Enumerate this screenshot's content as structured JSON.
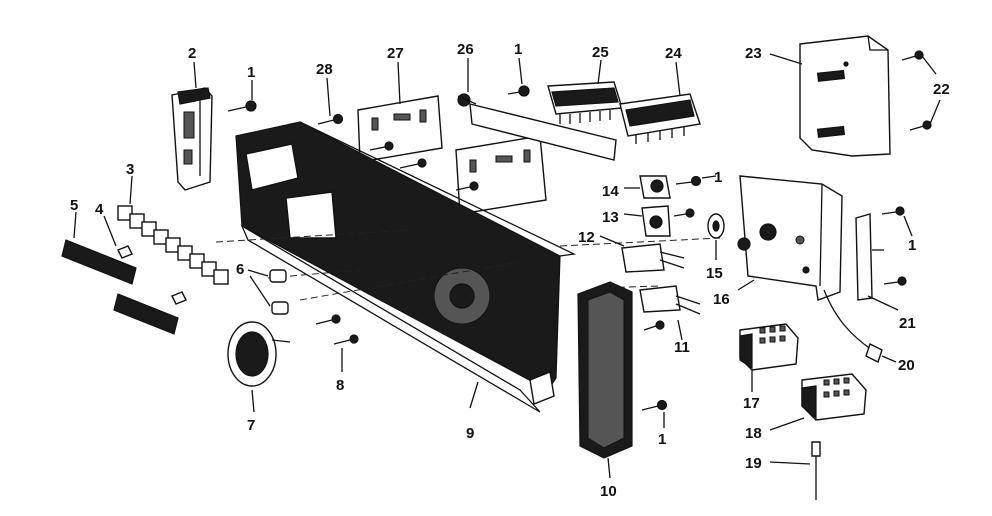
{
  "diagram": {
    "callouts": [
      {
        "id": "c2",
        "text": "2"
      },
      {
        "id": "c1a",
        "text": "1"
      },
      {
        "id": "c28",
        "text": "28"
      },
      {
        "id": "c27",
        "text": "27"
      },
      {
        "id": "c26",
        "text": "26"
      },
      {
        "id": "c1b",
        "text": "1"
      },
      {
        "id": "c25",
        "text": "25"
      },
      {
        "id": "c24",
        "text": "24"
      },
      {
        "id": "c23",
        "text": "23"
      },
      {
        "id": "c22",
        "text": "22"
      },
      {
        "id": "c3",
        "text": "3"
      },
      {
        "id": "c5",
        "text": "5"
      },
      {
        "id": "c4",
        "text": "4"
      },
      {
        "id": "c14",
        "text": "14"
      },
      {
        "id": "c1c",
        "text": "1"
      },
      {
        "id": "c13",
        "text": "13"
      },
      {
        "id": "c12",
        "text": "12"
      },
      {
        "id": "c15",
        "text": "15"
      },
      {
        "id": "c16",
        "text": "16"
      },
      {
        "id": "c1d",
        "text": "1"
      },
      {
        "id": "c21",
        "text": "21"
      },
      {
        "id": "c6",
        "text": "6"
      },
      {
        "id": "c11",
        "text": "11"
      },
      {
        "id": "c20",
        "text": "20"
      },
      {
        "id": "c8",
        "text": "8"
      },
      {
        "id": "c17",
        "text": "17"
      },
      {
        "id": "c7",
        "text": "7"
      },
      {
        "id": "c9",
        "text": "9"
      },
      {
        "id": "c1e",
        "text": "1"
      },
      {
        "id": "c18",
        "text": "18"
      },
      {
        "id": "c19",
        "text": "19"
      },
      {
        "id": "c10",
        "text": "10"
      }
    ]
  }
}
